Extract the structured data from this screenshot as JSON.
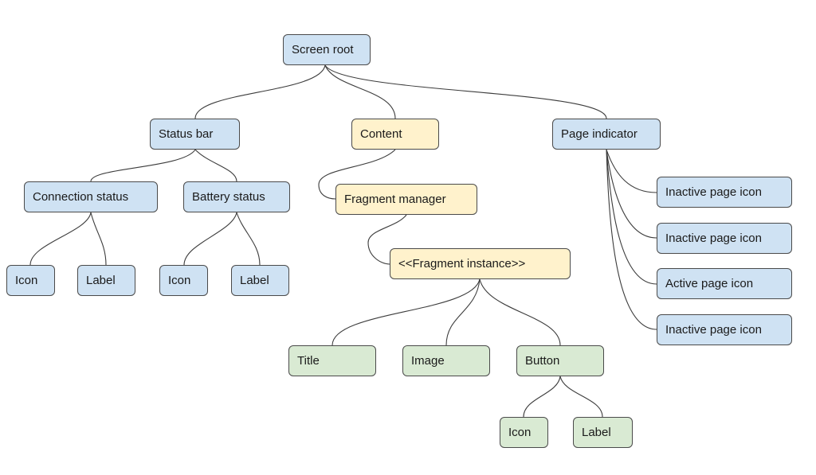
{
  "colors": {
    "blue": "#cfe2f3",
    "yellow": "#fff2cc",
    "green": "#d9ead3",
    "edge": "#3c3c3c"
  },
  "nodes": {
    "root": "Screen root",
    "status_bar": "Status bar",
    "content": "Content",
    "page_indicator": "Page indicator",
    "connection_status": "Connection status",
    "battery_status": "Battery status",
    "conn_icon": "Icon",
    "conn_label": "Label",
    "batt_icon": "Icon",
    "batt_label": "Label",
    "fragment_manager": "Fragment manager",
    "fragment_instance": "<<Fragment instance>>",
    "title": "Title",
    "image": "Image",
    "button": "Button",
    "btn_icon": "Icon",
    "btn_label": "Label",
    "page_icon_1": "Inactive page icon",
    "page_icon_2": "Inactive page icon",
    "page_icon_3": "Active page icon",
    "page_icon_4": "Inactive page icon"
  }
}
